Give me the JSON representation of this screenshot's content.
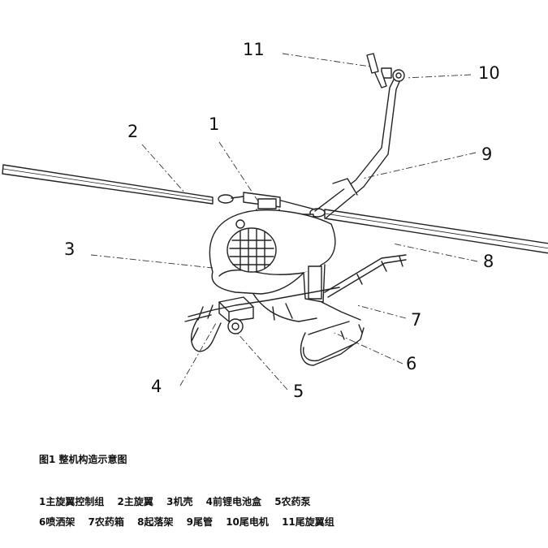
{
  "callouts": [
    {
      "id": "c1",
      "text": "1"
    },
    {
      "id": "c2",
      "text": "2"
    },
    {
      "id": "c3",
      "text": "3"
    },
    {
      "id": "c4",
      "text": "4"
    },
    {
      "id": "c5",
      "text": "5"
    },
    {
      "id": "c6",
      "text": "6"
    },
    {
      "id": "c7",
      "text": "7"
    },
    {
      "id": "c8",
      "text": "8"
    },
    {
      "id": "c9",
      "text": "9"
    },
    {
      "id": "c10",
      "text": "10"
    },
    {
      "id": "c11",
      "text": "11"
    }
  ],
  "caption": "图1 整机构造示意图",
  "legend": {
    "line1": [
      "1主旋翼控制组",
      "2主旋翼",
      "3机壳",
      "4前锂电池盒",
      "5农药泵"
    ],
    "line2": [
      "6喷洒架",
      "7农药箱",
      "8起落架",
      "9尾管",
      "10尾电机",
      "11尾旋翼组"
    ]
  }
}
